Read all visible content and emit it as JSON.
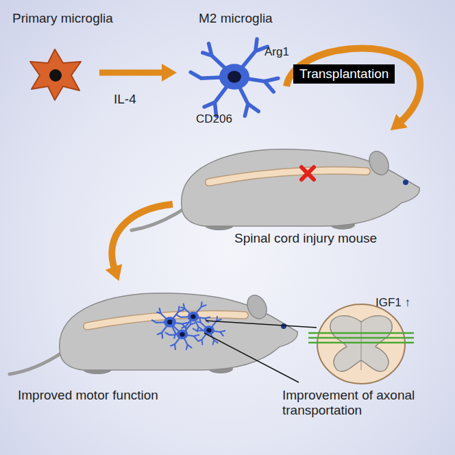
{
  "diagram": {
    "nodes": [
      {
        "text": [
          "Transplantation"
        ]
      }
    ],
    "edges": [],
    "labels": [
      "Primary microglia",
      "M2 microglia",
      "IL-4",
      "Arg1",
      "CD206",
      "Spinal cord injury mouse",
      "IGF1 ↑",
      "Improved motor function",
      "Improvement of axonal transportation"
    ]
  }
}
